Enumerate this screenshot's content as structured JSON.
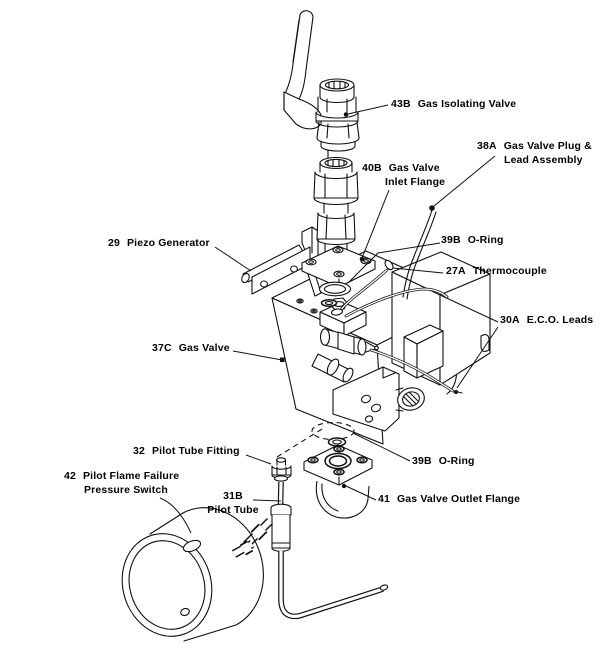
{
  "diagram": {
    "title": "Gas valve exploded parts diagram",
    "background_color": "#ffffff",
    "line_color": "#111111",
    "parts": {
      "isolating_valve": {
        "num": "43B",
        "name": "Gas Isolating Valve"
      },
      "inlet_flange": {
        "num": "40B",
        "name": "Gas Valve",
        "name2": "Inlet Flange"
      },
      "plug_lead": {
        "num": "38A",
        "name": "Gas Valve Plug &",
        "name2": "Lead Assembly"
      },
      "piezo": {
        "num": "29",
        "name": "Piezo Generator"
      },
      "oring_top": {
        "num": "39B",
        "name": "O-Ring"
      },
      "thermocouple": {
        "num": "27A",
        "name": "Thermocouple"
      },
      "eco_leads": {
        "num": "30A",
        "name": "E.C.O. Leads"
      },
      "gas_valve": {
        "num": "37C",
        "name": "Gas Valve"
      },
      "pilot_fitting": {
        "num": "32",
        "name": "Pilot Tube Fitting"
      },
      "pressure_switch": {
        "num": "42",
        "name": "Pilot Flame Failure",
        "name2": "Pressure Switch"
      },
      "pilot_tube": {
        "num": "31B",
        "name": "Pilot Tube"
      },
      "oring_bottom": {
        "num": "39B",
        "name": "O-Ring"
      },
      "outlet_flange": {
        "num": "41",
        "name": "Gas Valve Outlet Flange"
      }
    }
  }
}
